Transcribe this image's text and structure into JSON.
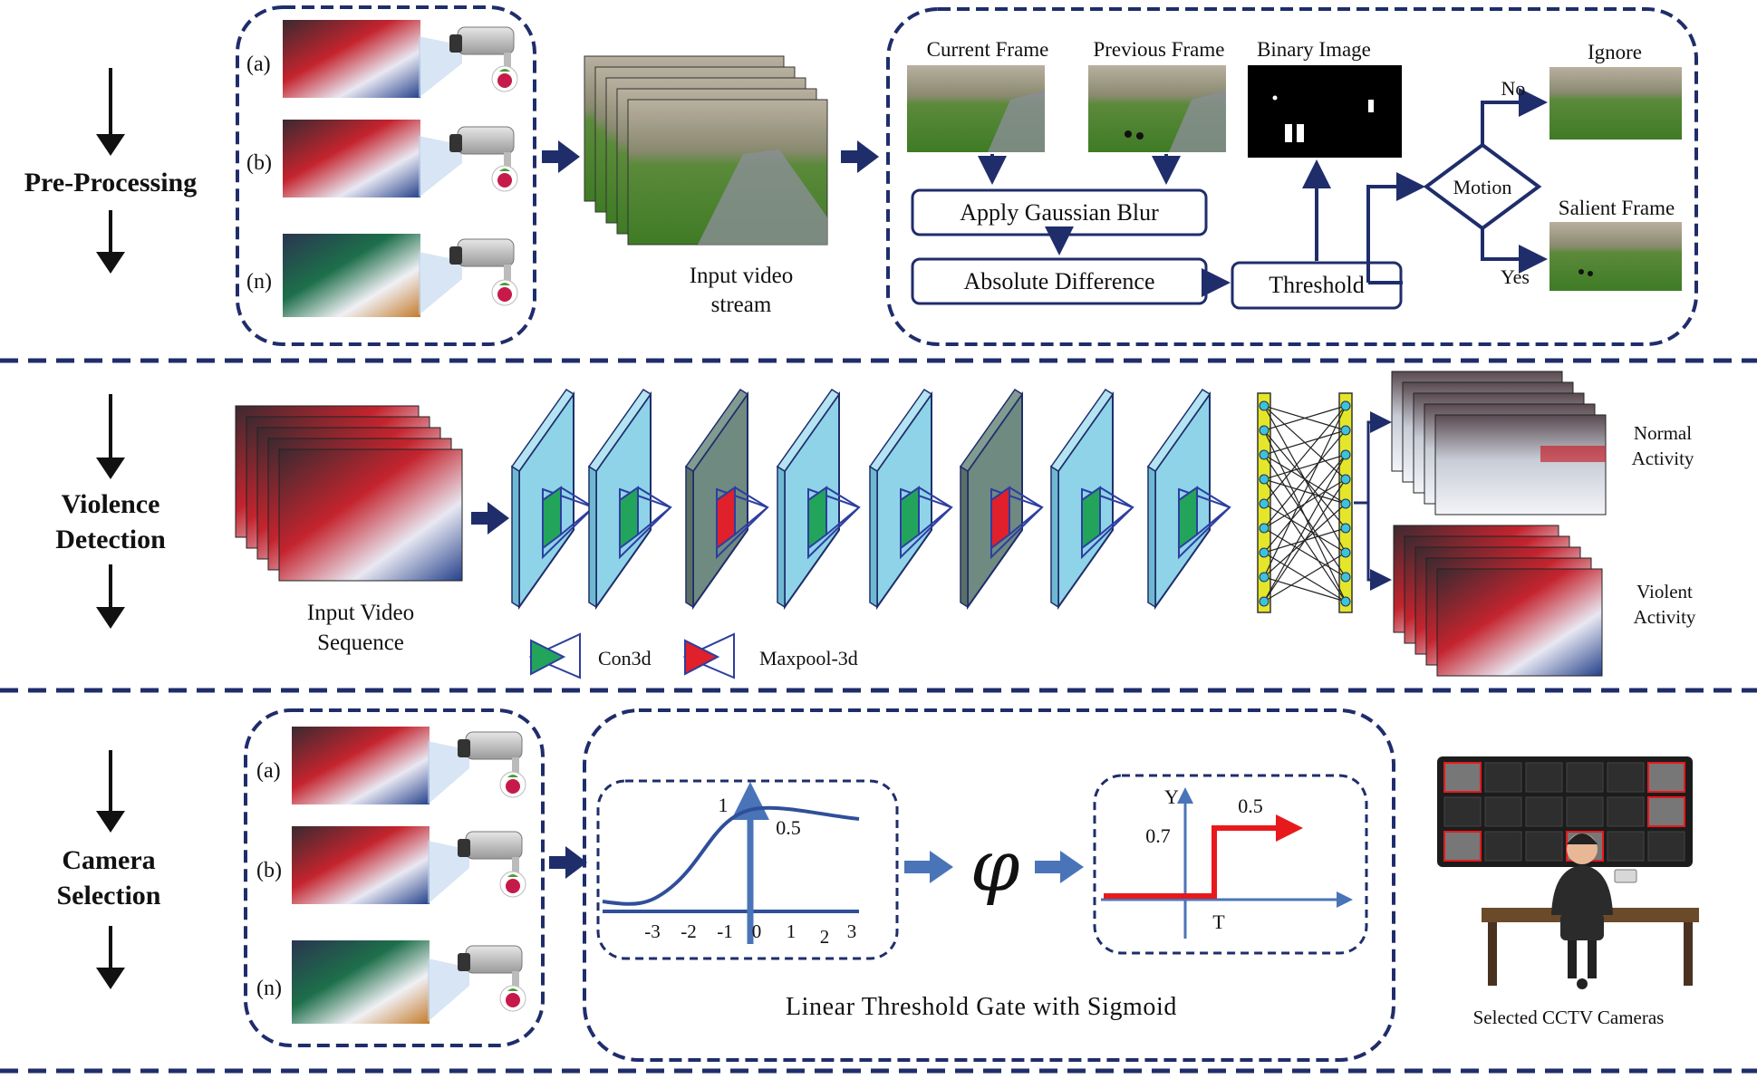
{
  "stages": {
    "pre_processing": "Pre-Processing",
    "violence_detection_1": "Violence",
    "violence_detection_2": "Detection",
    "camera_selection_1": "Camera",
    "camera_selection_2": "Selection"
  },
  "camera_labels": [
    "(a)",
    "(b)",
    "(n)"
  ],
  "pre": {
    "input_stream_1": "Input video",
    "input_stream_2": "stream",
    "current_frame": "Current Frame",
    "previous_frame": "Previous Frame",
    "binary_image": "Binary Image",
    "gaussian_blur": "Apply Gaussian Blur",
    "absolute_difference": "Absolute Difference",
    "threshold": "Threshold",
    "motion": "Motion",
    "no": "No",
    "yes": "Yes",
    "ignore": "Ignore",
    "salient_frame": "Salient Frame"
  },
  "violence": {
    "input_seq_1": "Input Video",
    "input_seq_2": "Sequence",
    "legend_conv": "Con3d",
    "legend_pool": "Maxpool-3d",
    "normal_1": "Normal",
    "normal_2": "Activity",
    "violent_1": "Violent",
    "violent_2": "Activity",
    "layers": [
      "conv",
      "conv",
      "pool",
      "conv",
      "conv",
      "pool",
      "conv",
      "conv"
    ]
  },
  "camera": {
    "gate_title": "Linear Threshold Gate with Sigmoid",
    "phi": "φ",
    "sigmoid_peak": "1",
    "sigmoid_half": "0.5",
    "sigmoid_ticks": [
      "-3",
      "-2",
      "-1",
      "0",
      "1",
      "2",
      "3"
    ],
    "step_y": "Y",
    "step_val_07": "0.7",
    "step_val_05": "0.5",
    "step_t": "T",
    "selected": "Selected CCTV Cameras"
  },
  "colors": {
    "navy": "#1f2d6b",
    "arrow_blue": "#4a74b8",
    "conv_face": "#8fd3e8",
    "pool_face": "#6f8a80",
    "conv_kernel": "#22a55a",
    "pool_kernel": "#e0202a",
    "fc_yellow": "#e4e62a",
    "step_red": "#e8191c"
  }
}
